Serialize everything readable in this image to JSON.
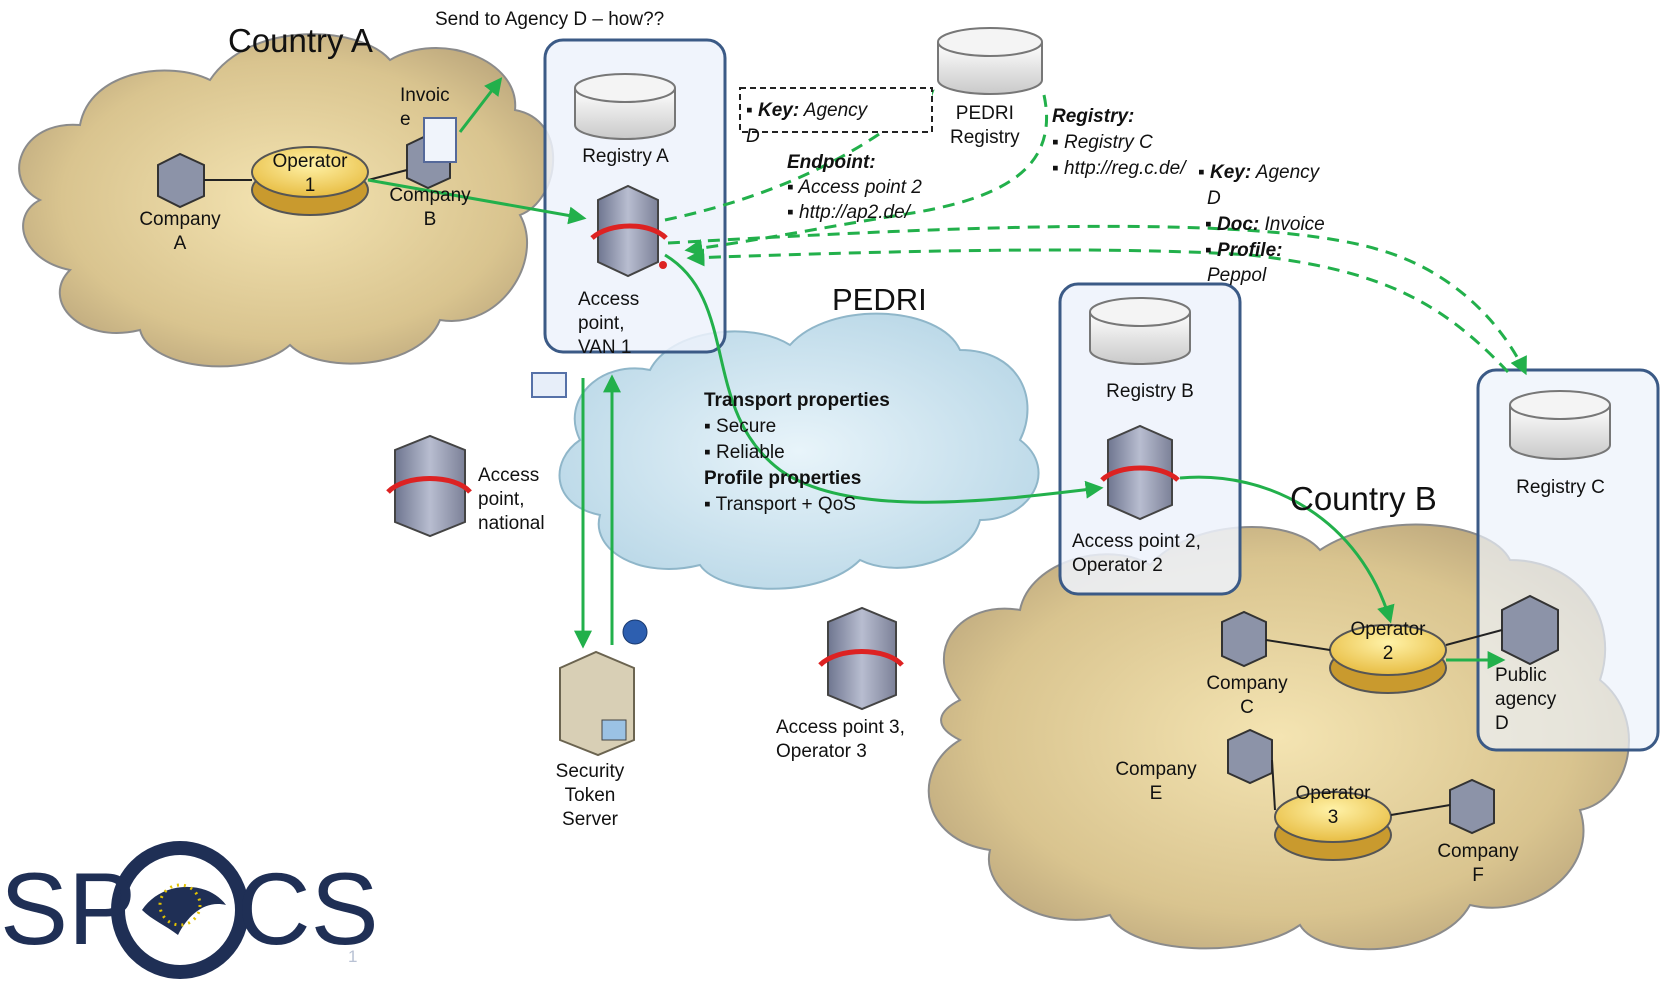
{
  "country_a": {
    "title": "Country A",
    "send_note": "Send to Agency D – how??",
    "invoice_label_1": "Invoic",
    "invoice_label_2": "e",
    "operator": [
      "Operator",
      "1"
    ],
    "company_a": [
      "Company",
      "A"
    ],
    "company_b": [
      "Company",
      "B"
    ]
  },
  "registry_a": {
    "label": "Registry A",
    "access_point": [
      "Access",
      "point,",
      "VAN 1"
    ]
  },
  "pedri_registry": {
    "label_1": "PEDRI",
    "label_2": "Registry",
    "key_note_1": "Key:",
    "key_note_val": "Agency",
    "key_note_2": "D",
    "endpoint_title": "Endpoint:",
    "endpoint_items": [
      "Access point 2",
      "http://ap2.de/"
    ],
    "registry_title": "Registry:",
    "registry_items": [
      "Registry C",
      "http://reg.c.de/"
    ],
    "lookup_key": "Key:",
    "lookup_key_val": "Agency",
    "lookup_key_2": "D",
    "lookup_doc": "Doc:",
    "lookup_doc_val": "Invoice",
    "lookup_profile": "Profile:",
    "lookup_profile_val": "Peppol"
  },
  "pedri_cloud": {
    "title": "PEDRI",
    "transport_title": "Transport properties",
    "transport_items": [
      "Secure",
      "Reliable"
    ],
    "profile_title": "Profile properties",
    "profile_items": [
      "Transport + QoS"
    ]
  },
  "access_point_national": [
    "Access",
    "point,",
    "national"
  ],
  "security_token_server": [
    "Security",
    "Token",
    "Server"
  ],
  "access_point_3": [
    "Access point 3,",
    "Operator 3"
  ],
  "registry_b": {
    "label": "Registry B",
    "access_point": [
      "Access point 2,",
      "Operator 2"
    ]
  },
  "country_b": {
    "title": "Country B",
    "operator_2": [
      "Operator",
      "2"
    ],
    "operator_3": [
      "Operator",
      "3"
    ],
    "company_c": [
      "Company",
      "C"
    ],
    "company_e": [
      "Company",
      "E"
    ],
    "company_f": [
      "Company",
      "F"
    ],
    "public_agency": [
      "Public",
      "agency",
      "D"
    ]
  },
  "registry_c": {
    "label": "Registry C"
  },
  "logo": {
    "text_left": "SP",
    "text_right": "CS",
    "page_number": "1"
  },
  "colors": {
    "arrow": "#22b04b",
    "box_border": "#3b5a86",
    "box_fill": "#edf2fb",
    "cloud_fill": "#dcc98f",
    "pedri_cloud_fill": "#cfe6f2",
    "operator_fill": "#f3d25b"
  }
}
